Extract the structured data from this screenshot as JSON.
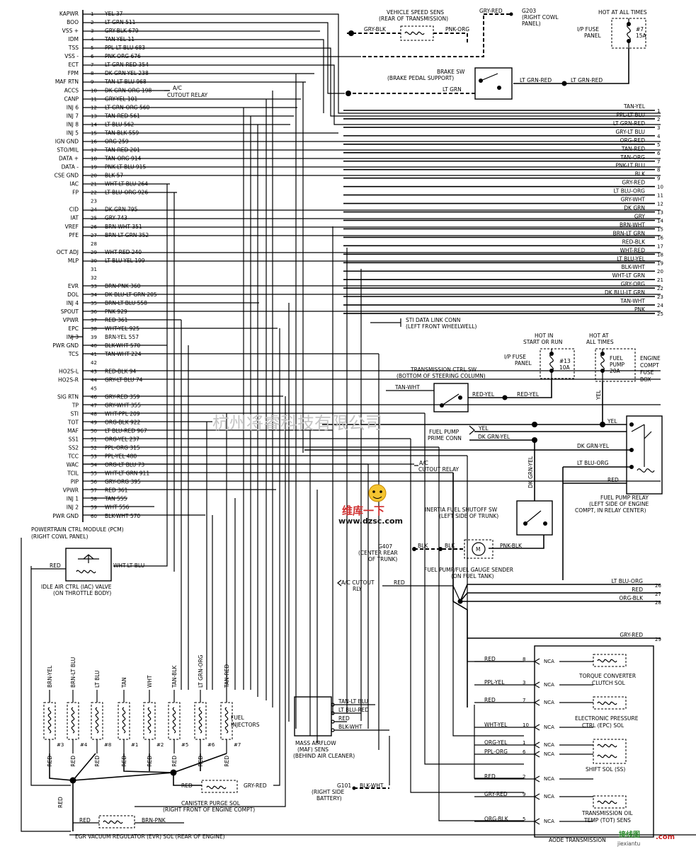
{
  "pcm": {
    "title": "POWERTRAIN CTRL MODULE (PCM)",
    "location": "(RIGHT COWL PANEL)",
    "pins": [
      {
        "n": "1",
        "func": "KAPWR",
        "wire": "YEL 37"
      },
      {
        "n": "2",
        "func": "BOO",
        "wire": "LT GRN 511"
      },
      {
        "n": "3",
        "func": "VSS +",
        "wire": "GRY-BLK 679"
      },
      {
        "n": "4",
        "func": "IDM",
        "wire": "TAN-YEL 11"
      },
      {
        "n": "5",
        "func": "TSS",
        "wire": "PPL-LT BLU 683"
      },
      {
        "n": "6",
        "func": "VSS -",
        "wire": "PNK-ORG 676"
      },
      {
        "n": "7",
        "func": "ECT",
        "wire": "LT GRN-RED 354"
      },
      {
        "n": "8",
        "func": "FPM",
        "wire": "DK GRN-YEL 238"
      },
      {
        "n": "9",
        "func": "MAF RTN",
        "wire": "TAN-LT BLU 968"
      },
      {
        "n": "10",
        "func": "ACCS",
        "wire": "DK GRN-ORG 198"
      },
      {
        "n": "11",
        "func": "CANP",
        "wire": "GRY-YEL 101"
      },
      {
        "n": "12",
        "func": "INJ 6",
        "wire": "LT GRN-ORG 560"
      },
      {
        "n": "13",
        "func": "INJ 7",
        "wire": "TAN-RED 561"
      },
      {
        "n": "14",
        "func": "INJ 8",
        "wire": "LT BLU 562"
      },
      {
        "n": "15",
        "func": "INJ 5",
        "wire": "TAN-BLK 559"
      },
      {
        "n": "16",
        "func": "IGN GND",
        "wire": "ORG 259"
      },
      {
        "n": "17",
        "func": "STO/MIL",
        "wire": "TAN-RED 201"
      },
      {
        "n": "18",
        "func": "DATA +",
        "wire": "TAN-ORG 914"
      },
      {
        "n": "19",
        "func": "DATA -",
        "wire": "PNK-LT BLU 915"
      },
      {
        "n": "20",
        "func": "CSE GND",
        "wire": "BLK 57"
      },
      {
        "n": "21",
        "func": "IAC",
        "wire": "WHT-LT BLU 264"
      },
      {
        "n": "22",
        "func": "FP",
        "wire": "LT BLU-ORG 926"
      },
      {
        "n": "23",
        "func": "",
        "wire": ""
      },
      {
        "n": "24",
        "func": "CID",
        "wire": "DK GRN 795"
      },
      {
        "n": "25",
        "func": "IAT",
        "wire": "GRY 743"
      },
      {
        "n": "26",
        "func": "VREF",
        "wire": "BRN-WHT 351"
      },
      {
        "n": "27",
        "func": "PFE",
        "wire": "BRN-LT GRN 352"
      },
      {
        "n": "28",
        "func": "",
        "wire": ""
      },
      {
        "n": "29",
        "func": "OCT ADJ",
        "wire": "WHT-RED 240"
      },
      {
        "n": "30",
        "func": "MLP",
        "wire": "LT BLU-YEL 199"
      },
      {
        "n": "31",
        "func": "",
        "wire": ""
      },
      {
        "n": "32",
        "func": "",
        "wire": ""
      },
      {
        "n": "33",
        "func": "EVR",
        "wire": "BRN-PNK 360"
      },
      {
        "n": "34",
        "func": "DOL",
        "wire": "DK BLU-LT GRN 205"
      },
      {
        "n": "35",
        "func": "INJ 4",
        "wire": "BRN-LT BLU 558"
      },
      {
        "n": "36",
        "func": "SPOUT",
        "wire": "PNK 929"
      },
      {
        "n": "37",
        "func": "VPWR",
        "wire": "RED 361"
      },
      {
        "n": "38",
        "func": "EPC",
        "wire": "WHT-YEL 925"
      },
      {
        "n": "39",
        "func": "INJ 3",
        "wire": "BRN-YEL 557"
      },
      {
        "n": "40",
        "func": "PWR GND",
        "wire": "BLK-WHT 570"
      },
      {
        "n": "41",
        "func": "TCS",
        "wire": "TAN-WHT 224"
      },
      {
        "n": "42",
        "func": "",
        "wire": ""
      },
      {
        "n": "43",
        "func": "HO2S-L",
        "wire": "RED-BLK 94"
      },
      {
        "n": "44",
        "func": "HO2S-R",
        "wire": "GRY-LT BLU 74"
      },
      {
        "n": "45",
        "func": "",
        "wire": ""
      },
      {
        "n": "46",
        "func": "SIG RTN",
        "wire": "GRY-RED 359"
      },
      {
        "n": "47",
        "func": "TP",
        "wire": "GRY-WHT 355"
      },
      {
        "n": "48",
        "func": "STI",
        "wire": "WHT-PPL 209"
      },
      {
        "n": "49",
        "func": "TOT",
        "wire": "ORG-BLK 922"
      },
      {
        "n": "50",
        "func": "MAF",
        "wire": "LT BLU-RED 967"
      },
      {
        "n": "51",
        "func": "SS1",
        "wire": "ORG-YEL 237"
      },
      {
        "n": "52",
        "func": "SS2",
        "wire": "PPL-ORG 315"
      },
      {
        "n": "53",
        "func": "TCC",
        "wire": "PPL-YEL 480"
      },
      {
        "n": "54",
        "func": "WAC",
        "wire": "ORG-LT BLU 73"
      },
      {
        "n": "55",
        "func": "TCIL",
        "wire": "WHT-LT GRN 911"
      },
      {
        "n": "56",
        "func": "PIP",
        "wire": "GRY-ORG 395"
      },
      {
        "n": "57",
        "func": "VPWR",
        "wire": "RED 361"
      },
      {
        "n": "58",
        "func": "INJ 1",
        "wire": "TAN 555"
      },
      {
        "n": "59",
        "func": "INJ 2",
        "wire": "WHT 556"
      },
      {
        "n": "60",
        "func": "PWR GND",
        "wire": "BLK-WHT 570"
      }
    ]
  },
  "right_refs": [
    {
      "n": "1",
      "label": "TAN-YEL"
    },
    {
      "n": "2",
      "label": "PPL-LT BLU"
    },
    {
      "n": "3",
      "label": "LT GRN-RED"
    },
    {
      "n": "4",
      "label": "GRY-LT BLU"
    },
    {
      "n": "5",
      "label": "ORG-RED"
    },
    {
      "n": "6",
      "label": "TAN-RED"
    },
    {
      "n": "7",
      "label": "TAN-ORG"
    },
    {
      "n": "8",
      "label": "PNK-LT BLU"
    },
    {
      "n": "9",
      "label": "BLK"
    },
    {
      "n": "10",
      "label": "GRY-RED"
    },
    {
      "n": "11",
      "label": "LT BLU-ORG"
    },
    {
      "n": "12",
      "label": "GRY-WHT"
    },
    {
      "n": "13",
      "label": "DK GRN"
    },
    {
      "n": "14",
      "label": "GRY"
    },
    {
      "n": "15",
      "label": "BRN-WHT"
    },
    {
      "n": "16",
      "label": "BRN-LT GRN"
    },
    {
      "n": "17",
      "label": "RED-BLK"
    },
    {
      "n": "18",
      "label": "WHT-RED"
    },
    {
      "n": "19",
      "label": "LT BLU-YEL"
    },
    {
      "n": "20",
      "label": "BLK-WHT"
    },
    {
      "n": "21",
      "label": "WHT-LT GRN"
    },
    {
      "n": "22",
      "label": "GRY-ORG"
    },
    {
      "n": "23",
      "label": "DK BLU-LT GRN"
    },
    {
      "n": "24",
      "label": "TAN-WHT"
    },
    {
      "n": "25",
      "label": "PNK"
    }
  ],
  "vss": {
    "title": "VEHICLE SPEED SENS",
    "loc": "(REAR OF TRANSMISSION)",
    "wire_left": "GRY-BLK",
    "wire_right": "PNK-ORG",
    "wire_top": "GRY-RED"
  },
  "g203": {
    "id": "G203",
    "l1": "(RIGHT COWL",
    "l2": "PANEL)"
  },
  "hot_all_times_top": "HOT AT ALL TIMES",
  "ip_fuse_top": {
    "l1": "I/P FUSE",
    "l2": "PANEL",
    "fuse": "#7",
    "amp": "15A"
  },
  "brake_sw": {
    "title": "BRAKE SW",
    "loc": "(BRAKE PEDAL SUPPORT)",
    "wire_left": "LT GRN",
    "wire_right": "LT GRN-RED",
    "wire_far": "LT GRN-RED"
  },
  "ac_cutout_1": {
    "l1": "A/C",
    "l2": "CUTOUT RELAY"
  },
  "sti_conn": {
    "l1": "STI DATA LINK CONN",
    "l2": "(LEFT FRONT WHEELWELL)"
  },
  "hot_start_run": {
    "l1": "HOT IN",
    "l2": "START OR RUN"
  },
  "ip_fuse_mid": {
    "l1": "I/P FUSE",
    "l2": "PANEL",
    "fuse": "#13",
    "amp": "10A"
  },
  "hot_all_times_mid": {
    "l1": "HOT AT",
    "l2": "ALL TIMES"
  },
  "fuel_pump_fuse": {
    "l1": "FUEL",
    "l2": "PUMP",
    "amp": "20A"
  },
  "engine_fuse_box": {
    "l1": "ENGINE",
    "l2": "COMPT",
    "l3": "FUSE",
    "l4": "BOX"
  },
  "trans_ctrl_sw": {
    "title": "TRANSMISSION CTRL SW",
    "loc": "(BOTTOM OF STEERING COLUMN)",
    "wire_in": "TAN-WHT",
    "wire_out1": "RED-YEL",
    "wire_out2": "RED-YEL"
  },
  "wire_yel_col": "YEL",
  "fuel_prime": {
    "l1": "FUEL PUMP",
    "l2": "PRIME CONN",
    "w1": "YEL",
    "w2": "DK GRN-YEL"
  },
  "relay_wires": {
    "yel": "YEL",
    "dkgrnyel": "DK GRN-YEL",
    "ltbluorg": "LT BLU-ORG",
    "red": "RED"
  },
  "fuel_pump_relay": {
    "l1": "FUEL PUMP RELAY",
    "l2": "(LEFT SIDE OF ENGINE",
    "l3": "COMPT, IN RELAY CENTER)"
  },
  "ac_cutout_2": {
    "l1": "A/C",
    "l2": "CUTOUT RELAY"
  },
  "dk_grn_yel_vert": "DK GRN-YEL",
  "inertia_sw": {
    "l1": "INERTIA FUEL SHUTOFF SW",
    "l2": "(LEFT SIDE OF TRUNK)"
  },
  "g407": {
    "id": "G407",
    "l1": "(CENTER REAR",
    "l2": "OF TRUNK)"
  },
  "fuel_pump_sender": {
    "l1": "FUEL PUMP/FUEL GAUGE SENDER",
    "l2": "(ON FUEL TANK)",
    "blk1": "BLK",
    "blk2": "BLK",
    "pnkblk": "PNK-BLK",
    "motor": "M"
  },
  "iac": {
    "title": "IDLE AIR CTRL (IAC) VALVE",
    "loc": "(ON THROTTLE BODY)",
    "left": "RED",
    "right": "WHT-LT BLU"
  },
  "ac_rly_bottom": {
    "l1": "A/C CUTOUT",
    "l2": "RLY",
    "wire": "RED"
  },
  "bottom_refs": [
    {
      "n": "26",
      "label": "LT BLU-ORG"
    },
    {
      "n": "27",
      "label": "RED"
    },
    {
      "n": "28",
      "label": "ORG-BLK"
    },
    {
      "n": "29",
      "label": "GRY-RED"
    }
  ],
  "injectors": {
    "label1": "FUEL",
    "label2": "INJECTORS",
    "items": [
      {
        "wire": "BRN-YEL",
        "num": "#3"
      },
      {
        "wire": "BRN-LT BLU",
        "num": "#4"
      },
      {
        "wire": "LT BLU",
        "num": "#8"
      },
      {
        "wire": "TAN",
        "num": "#1"
      },
      {
        "wire": "WHT",
        "num": "#2"
      },
      {
        "wire": "TAN-BLK",
        "num": "#5"
      },
      {
        "wire": "LT GRN-ORG",
        "num": "#6"
      },
      {
        "wire": "TAN-RED",
        "num": "#7"
      }
    ],
    "feed": "RED",
    "main_red": "RED"
  },
  "canister": {
    "l1": "CANISTER PURGE SOL",
    "l2": "(RIGHT FRONT OF ENGINE COMPT)",
    "left": "RED",
    "right": "GRY-RED"
  },
  "evr": {
    "label": "EGR VACUUM REGULATOR (EVR) SOL (REAR OF ENGINE)",
    "left": "RED",
    "right": "BRN-PNK"
  },
  "maf": {
    "l1": "MASS AIRFLOW",
    "l2": "(MAF) SENS",
    "l3": "(BEHIND AIR CLEANER)",
    "w1": "TAN-LT BLU",
    "w2": "LT BLU-RED",
    "w3": "RED",
    "w4": "BLK-WHT"
  },
  "g101": {
    "id": "G101",
    "l1": "(RIGHT SIDE",
    "l2": "BATTERY)",
    "wire": "BLK-WHT"
  },
  "trans_box": {
    "title": "AODE TRANSMISSION",
    "rows": [
      {
        "wire": "RED",
        "pin": "8",
        "nca": "NCA"
      },
      {
        "wire": "PPL-YEL",
        "pin": "3",
        "nca": "NCA"
      },
      {
        "wire": "RED",
        "pin": "7",
        "nca": "NCA"
      },
      {
        "wire": "WHT-YEL",
        "pin": "10",
        "nca": "NCA"
      },
      {
        "wire": "ORG-YEL",
        "pin": "1",
        "nca": "NCA"
      },
      {
        "wire": "PPL-ORG",
        "pin": "6",
        "nca": "NCA"
      },
      {
        "wire": "RED",
        "pin": "2",
        "nca": "NCA"
      },
      {
        "wire": "GRY-RED",
        "pin": "9",
        "nca": "NCA"
      },
      {
        "wire": "ORG-BLK",
        "pin": "5",
        "nca": "NCA"
      }
    ],
    "tcc": {
      "l1": "TORQUE CONVERTER",
      "l2": "CLUTCH SOL"
    },
    "epc": {
      "l1": "ELECTRONIC PRESSURE",
      "l2": "CTRL (EPC) SOL"
    },
    "ss": {
      "l1": "SHIFT SOL (SS)"
    },
    "tot": {
      "l1": "TRANSMISSION OIL",
      "l2": "TEMP (TOT) SENS"
    }
  },
  "watermark": "杭州将睿科技有限公司",
  "logo": {
    "text": "维库一下",
    "url": "www.dzsc.com"
  },
  "footer": {
    "left": "接线图",
    "right": ".com",
    "domain": "jiexiantu"
  }
}
